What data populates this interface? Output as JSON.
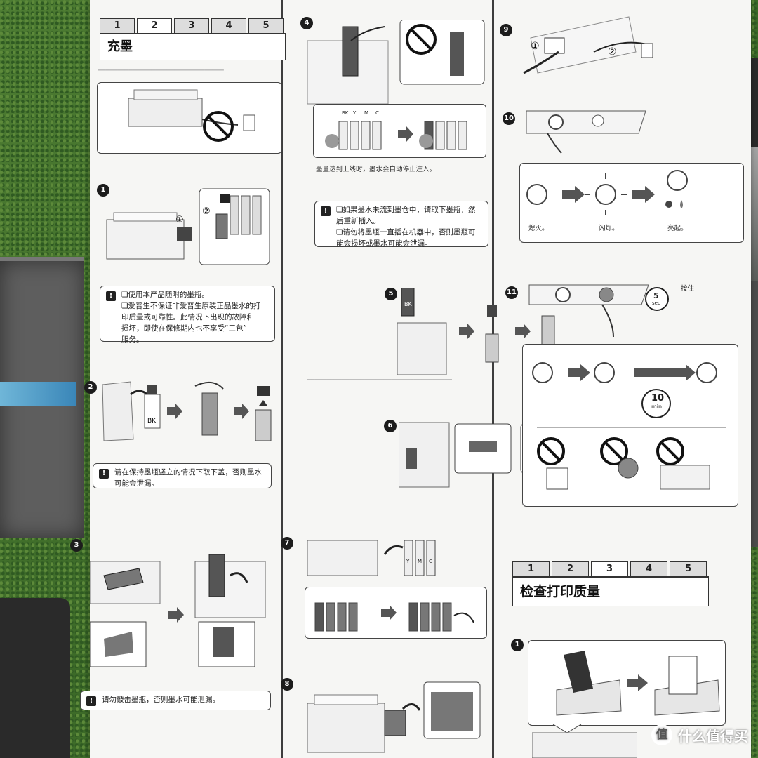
{
  "section_fill": {
    "tabs": [
      "1",
      "2",
      "3",
      "4",
      "5"
    ],
    "active_tab": 1,
    "title": "充墨"
  },
  "section_check": {
    "tabs": [
      "1",
      "2",
      "3",
      "4",
      "5"
    ],
    "active_tab": 2,
    "title": "检查打印质量"
  },
  "step_numbers": [
    "1",
    "2",
    "3",
    "4",
    "5",
    "6",
    "7",
    "8",
    "9",
    "10",
    "11"
  ],
  "circle_labels": [
    "①",
    "②"
  ],
  "ink_colors": [
    "BK",
    "Y",
    "M",
    "C"
  ],
  "notes": {
    "step1_lines": [
      "❏使用本产品随附的墨瓶。",
      "❏爱普生不保证非爱普生原装正品墨水的打",
      "印质量或可靠性。此情况下出现的故障和",
      "损坏，即使在保修期内也不享受“三包”",
      "服务。"
    ],
    "step2": "请在保持墨瓶竖立的情况下取下盖，否则墨水可能会泄漏。",
    "step3": "请勿敲击墨瓶，否则墨水可能泄漏。",
    "step4_caption": "墨量达到上线时，墨水会自动停止注入。",
    "step4_lines": [
      "❏如果墨水未流到墨仓中，请取下墨瓶，然",
      "后重新插入。",
      "❏请勿将墨瓶一直插在机器中，否则墨瓶可",
      "能会损坏或墨水可能会泄漏。"
    ]
  },
  "step10": {
    "states": [
      "熄灭。",
      "闪烁。",
      "亮起。"
    ]
  },
  "step11": {
    "hold_text": "按住",
    "timer_5": "5",
    "timer_5_unit": "sec",
    "timer_10": "10",
    "timer_10_unit": "min"
  },
  "watermark": {
    "logo_char": "值",
    "text": "什么值得买"
  },
  "colors": {
    "paper": "#f6f6f4",
    "ink": "#222222",
    "grass": "#4d7c32"
  }
}
